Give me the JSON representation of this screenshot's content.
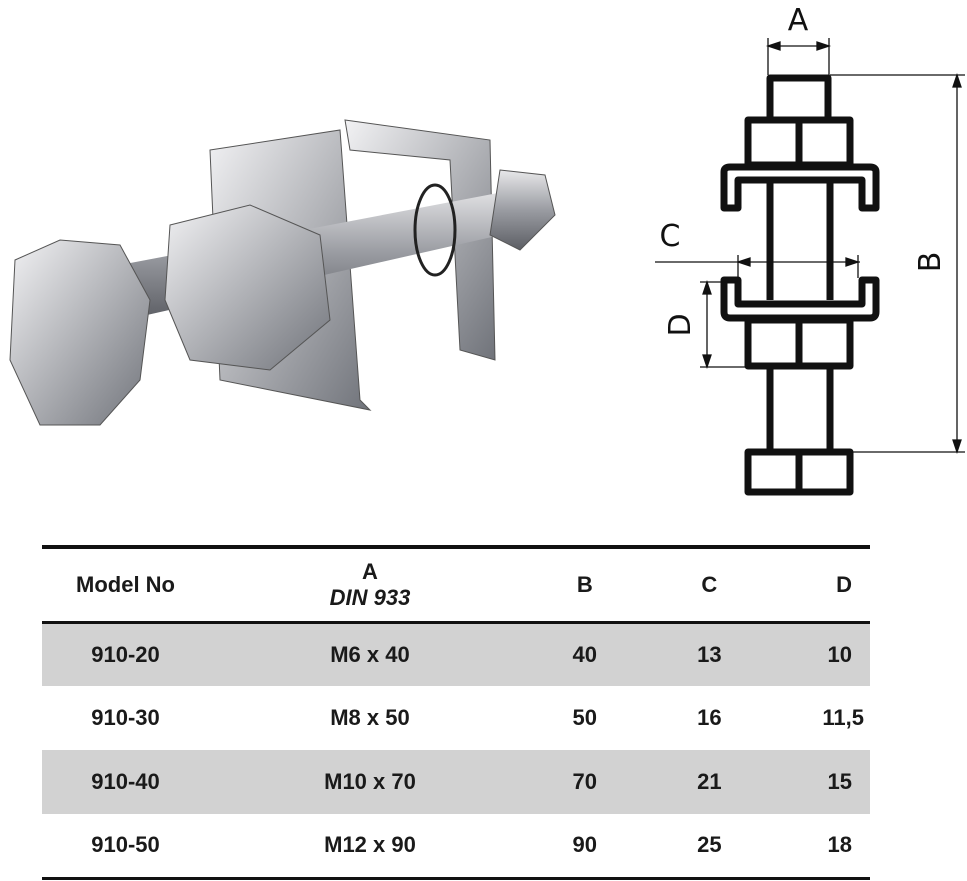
{
  "diagram": {
    "labels": {
      "a": "A",
      "b": "B",
      "c": "C",
      "d": "D"
    }
  },
  "table": {
    "headers": [
      {
        "label": "Model No"
      },
      {
        "label": "A",
        "sub": "DIN 933"
      },
      {
        "label": "B"
      },
      {
        "label": "C"
      },
      {
        "label": "D"
      }
    ],
    "rows": [
      [
        "910-20",
        "M6 x 40",
        "40",
        "13",
        "10"
      ],
      [
        "910-30",
        "M8 x 50",
        "50",
        "16",
        "11,5"
      ],
      [
        "910-40",
        "M10 x 70",
        "70",
        "21",
        "15"
      ],
      [
        "910-50",
        "M12 x 90",
        "90",
        "25",
        "18"
      ]
    ]
  },
  "colors": {
    "row_alt": "#d2d2d2",
    "line": "#111111"
  }
}
